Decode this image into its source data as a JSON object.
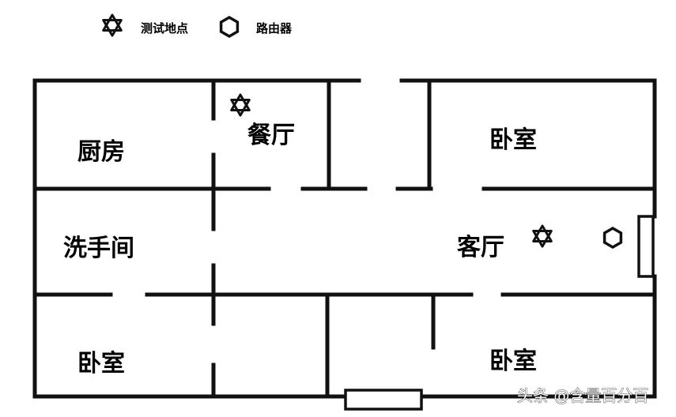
{
  "legend": {
    "test_point": {
      "label": "测试地点",
      "icon": "star-of-david-icon"
    },
    "router": {
      "label": "路由器",
      "icon": "hexagon-icon"
    }
  },
  "rooms": {
    "kitchen": "厨房",
    "dining": "餐厅",
    "bedroom_top_right": "卧室",
    "bathroom": "洗手间",
    "living": "客厅",
    "bedroom_bottom_left": "卧室",
    "bedroom_bottom_right": "卧室"
  },
  "watermark": "头条 @含量百分百",
  "colors": {
    "wall": "#111111",
    "background": "#ffffff"
  }
}
